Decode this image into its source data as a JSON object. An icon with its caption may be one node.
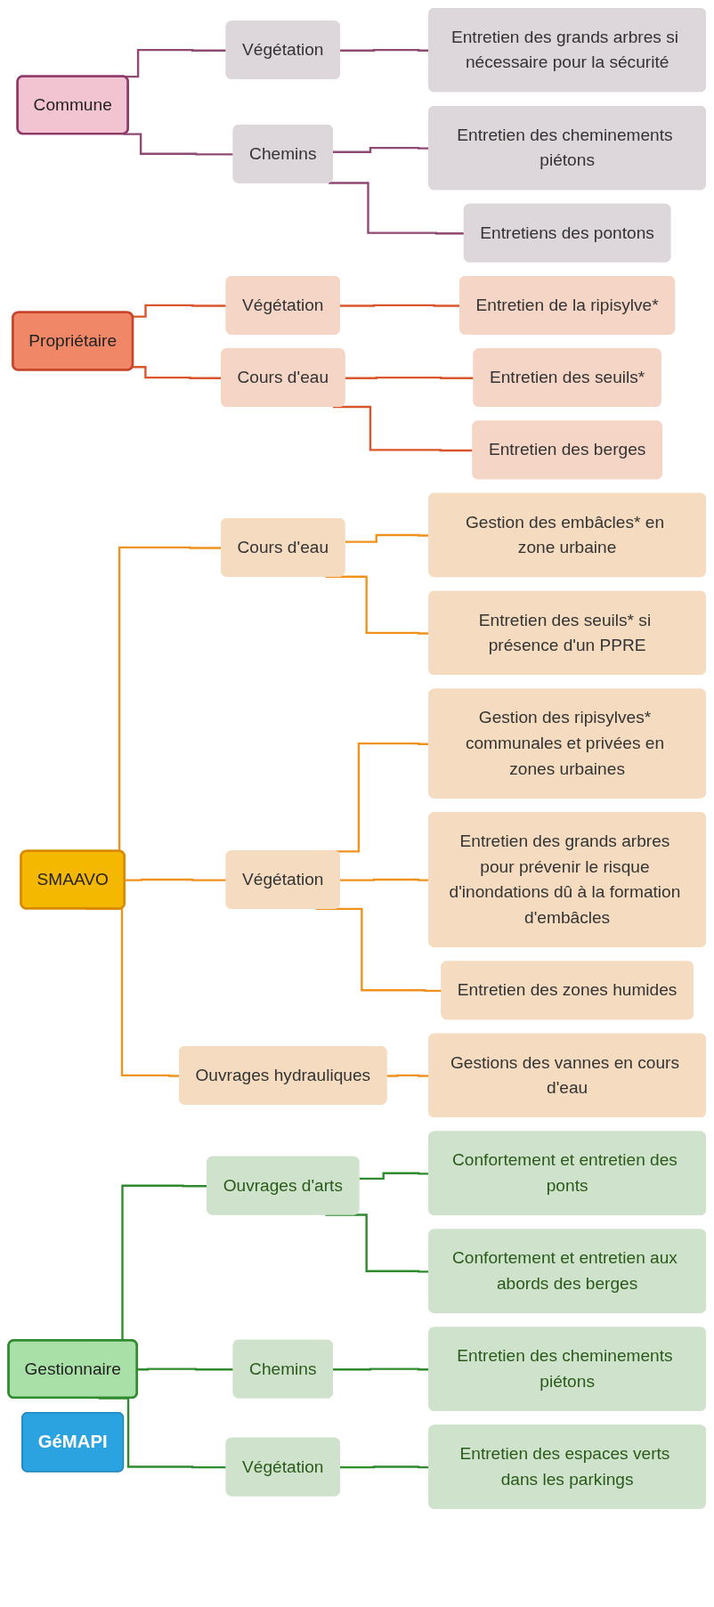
{
  "diagram": {
    "nodes": [
      {
        "text": [
          "GéMAPI"
        ]
      },
      {
        "text": [
          "Commune"
        ]
      },
      {
        "text": [
          "Végétation"
        ]
      },
      {
        "text": [
          "Entretien des grands arbres si nécessaire pour la sécurité"
        ]
      },
      {
        "text": [
          "Chemins"
        ]
      },
      {
        "text": [
          "Entretien des cheminements piétons"
        ]
      },
      {
        "text": [
          "Entretiens des pontons"
        ]
      },
      {
        "text": [
          "Propriétaire"
        ]
      },
      {
        "text": [
          "Végétation"
        ]
      },
      {
        "text": [
          "Entretien de la ripisylve*"
        ]
      },
      {
        "text": [
          "Cours d'eau"
        ]
      },
      {
        "text": [
          "Entretien des seuils*"
        ]
      },
      {
        "text": [
          "Entretien des berges"
        ]
      },
      {
        "text": [
          "SMAAVO"
        ]
      },
      {
        "text": [
          "Cours d'eau"
        ]
      },
      {
        "text": [
          "Gestion des embâcles* en zone urbaine"
        ]
      },
      {
        "text": [
          "Entretien des seuils* si présence d'un PPRE"
        ]
      },
      {
        "text": [
          "Végétation"
        ]
      },
      {
        "text": [
          "Gestion des ripisylves* communales et privées en zones urbaines"
        ]
      },
      {
        "text": [
          "Entretien des grands arbres pour prévenir le risque d'inondations dû à la formation d'embâcles"
        ]
      },
      {
        "text": [
          "Entretien des zones humides"
        ]
      },
      {
        "text": [
          "Ouvrages hydrauliques"
        ]
      },
      {
        "text": [
          "Gestions des vannes en cours d'eau"
        ]
      },
      {
        "text": [
          "Gestionnaire"
        ]
      },
      {
        "text": [
          "Ouvrages d'arts"
        ]
      },
      {
        "text": [
          "Confortement et entretien des ponts"
        ]
      },
      {
        "text": [
          "Confortement et entretien aux abords des berges"
        ]
      },
      {
        "text": [
          "Chemins"
        ]
      },
      {
        "text": [
          "Entretien des cheminements piétons"
        ]
      },
      {
        "text": [
          "Végétation"
        ]
      },
      {
        "text": [
          "Entretien des espaces verts dans les parkings"
        ]
      }
    ],
    "edges": [
      {
        "from": 1,
        "to": 2,
        "arrow": "none",
        "color": "#8e4a72"
      },
      {
        "from": 2,
        "to": 3,
        "arrow": "none",
        "color": "#8e4a72"
      },
      {
        "from": 1,
        "to": 4,
        "arrow": "none",
        "color": "#8e4a72"
      },
      {
        "from": 4,
        "to": 5,
        "arrow": "none",
        "color": "#8e4a72"
      },
      {
        "from": 4,
        "to": 6,
        "arrow": "none",
        "color": "#8e4a72"
      },
      {
        "from": 7,
        "to": 8,
        "arrow": "none",
        "color": "#d9562b"
      },
      {
        "from": 8,
        "to": 9,
        "arrow": "none",
        "color": "#d9562b"
      },
      {
        "from": 7,
        "to": 10,
        "arrow": "none",
        "color": "#d9562b"
      },
      {
        "from": 10,
        "to": 11,
        "arrow": "none",
        "color": "#d9562b"
      },
      {
        "from": 10,
        "to": 12,
        "arrow": "none",
        "color": "#d9562b"
      },
      {
        "from": 13,
        "to": 14,
        "arrow": "none",
        "color": "#f0931e"
      },
      {
        "from": 14,
        "to": 15,
        "arrow": "none",
        "color": "#f0931e"
      },
      {
        "from": 14,
        "to": 16,
        "arrow": "none",
        "color": "#f0931e"
      },
      {
        "from": 13,
        "to": 17,
        "arrow": "none",
        "color": "#f0931e"
      },
      {
        "from": 17,
        "to": 18,
        "arrow": "none",
        "color": "#f0931e"
      },
      {
        "from": 17,
        "to": 19,
        "arrow": "none",
        "color": "#f0931e"
      },
      {
        "from": 17,
        "to": 20,
        "arrow": "none",
        "color": "#f0931e"
      },
      {
        "from": 13,
        "to": 21,
        "arrow": "none",
        "color": "#f0931e"
      },
      {
        "from": 21,
        "to": 22,
        "arrow": "none",
        "color": "#f0931e"
      },
      {
        "from": 23,
        "to": 24,
        "arrow": "none",
        "color": "#2e8b2e"
      },
      {
        "from": 24,
        "to": 25,
        "arrow": "none",
        "color": "#2e8b2e"
      },
      {
        "from": 24,
        "to": 26,
        "arrow": "none",
        "color": "#2e8b2e"
      },
      {
        "from": 23,
        "to": 27,
        "arrow": "none",
        "color": "#2e8b2e"
      },
      {
        "from": 27,
        "to": 28,
        "arrow": "none",
        "color": "#2e8b2e"
      },
      {
        "from": 23,
        "to": 29,
        "arrow": "none",
        "color": "#2e8b2e"
      },
      {
        "from": 29,
        "to": 30,
        "arrow": "none",
        "color": "#2e8b2e"
      }
    ]
  }
}
